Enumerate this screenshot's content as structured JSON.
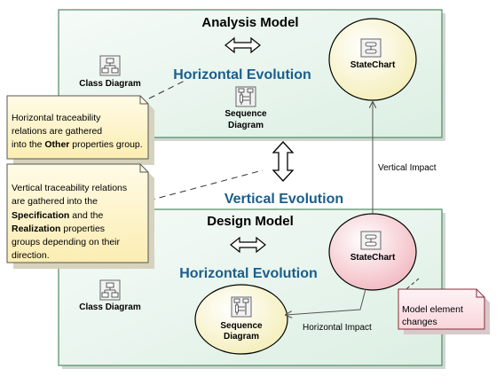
{
  "analysis_model": {
    "title": "Analysis Model",
    "class_diagram_label": "Class Diagram",
    "sequence_diagram_label_line1": "Sequence",
    "sequence_diagram_label_line2": "Diagram",
    "statechart_label": "StateChart",
    "horizontal_evolution_label": "Horizontal Evolution"
  },
  "design_model": {
    "title": "Design Model",
    "class_diagram_label": "Class Diagram",
    "sequence_diagram_label_line1": "Sequence",
    "sequence_diagram_label_line2": "Diagram",
    "statechart_label": "StateChart",
    "horizontal_evolution_label": "Horizontal Evolution",
    "horizontal_impact_label": "Horizontal Impact"
  },
  "vertical_evolution_label": "Vertical Evolution",
  "vertical_impact_label": "Vertical Impact",
  "note_horizontal": {
    "line1": "Horizontal traceability",
    "line2": "relations are gathered",
    "line3_prefix": "into the ",
    "line3_bold": "Other",
    "line3_suffix": " properties group."
  },
  "note_vertical": {
    "line1": "Vertical traceability relations",
    "line2": "are gathered into the",
    "line3_bold": "Specification",
    "line3_suffix": " and the",
    "line4_bold": "Realization",
    "line4_suffix": " properties",
    "line5": "groups depending on their",
    "line6": "direction."
  },
  "note_changes": {
    "line1": "Model element",
    "line2": "changes"
  },
  "colors": {
    "package_fill": "#eaf5ef",
    "package_border": "#4f8a63",
    "evolution_text": "#1a5e8c",
    "statechart_fill": "#fbf6d8",
    "statechart_changed_fill": "#f6cdd2",
    "note_fill": "#fdf3c6",
    "note_changes_fill": "#fbe3e6"
  }
}
